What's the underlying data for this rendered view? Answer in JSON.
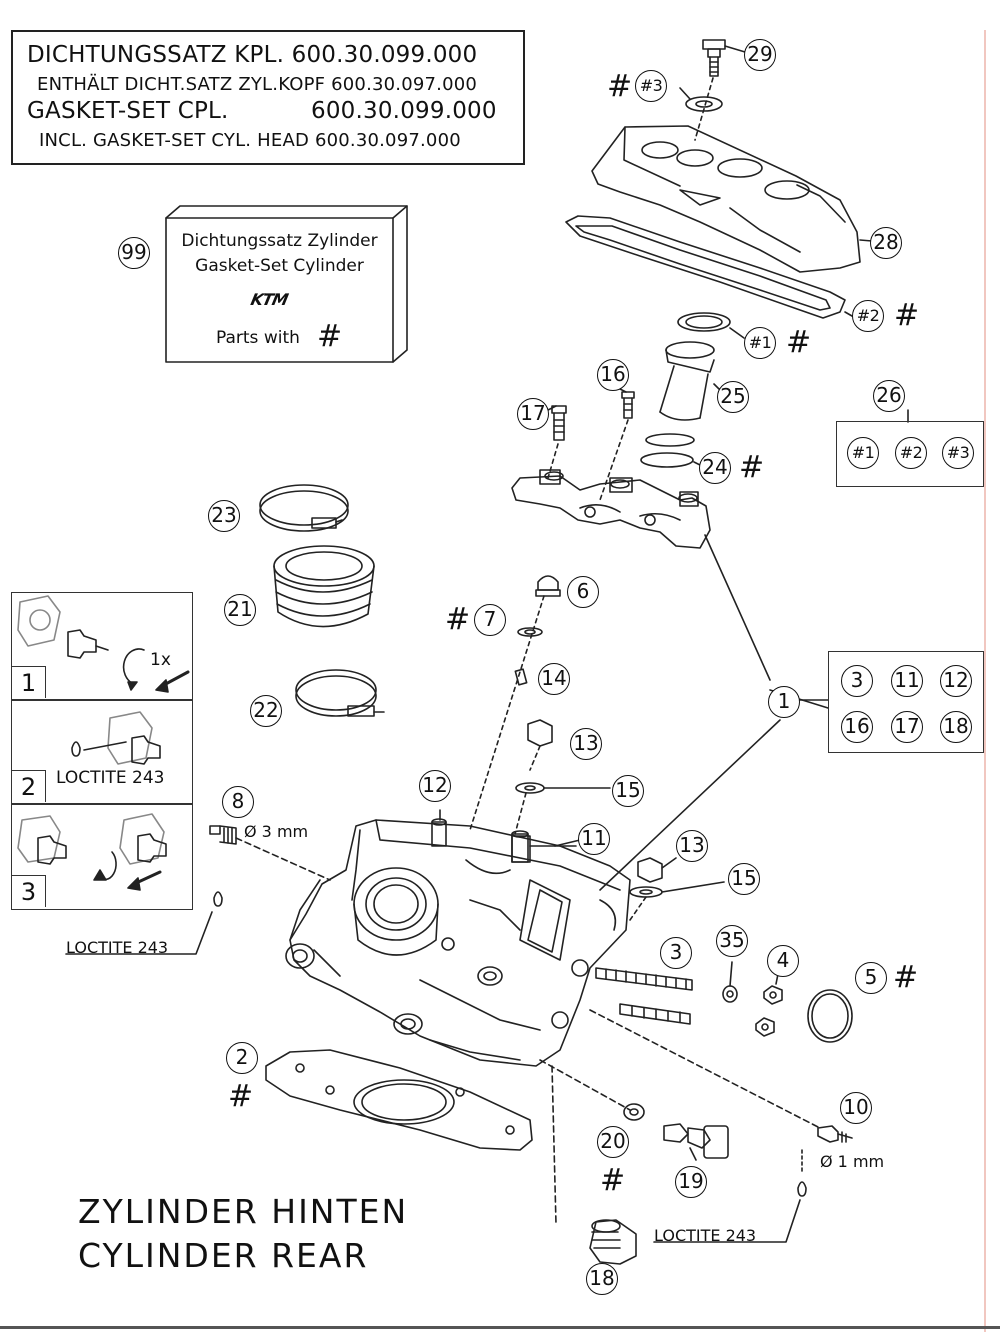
{
  "gasket_kit": {
    "line1": "DICHTUNGSSATZ KPL. 600.30.099.000",
    "line2": "ENTHÄLT DICHT.SATZ ZYL.KOPF 600.30.097.000",
    "line3_left": "GASKET-SET CPL.",
    "line3_right": "600.30.099.000",
    "line4": "INCL. GASKET-SET CYL. HEAD 600.30.097.000"
  },
  "gasket_bag": {
    "callout": "99",
    "line1": "Dichtungssatz Zylinder",
    "line2": "Gasket-Set Cylinder",
    "brand": "KTM",
    "line4_text": "Parts with",
    "line4_symbol": "#"
  },
  "callouts": {
    "c29": "29",
    "c_h3": "#3",
    "c28": "28",
    "c_h2": "#2",
    "c_h1": "#1",
    "c16": "16",
    "c17": "17",
    "c25": "25",
    "c26": "26",
    "set26_a": "#1",
    "set26_b": "#2",
    "set26_c": "#3",
    "c24": "24",
    "c23": "23",
    "c21": "21",
    "c22": "22",
    "c6": "6",
    "c7": "7",
    "c14": "14",
    "c13a": "13",
    "c15a": "15",
    "c1": "1",
    "set1_a": "3",
    "set1_b": "11",
    "set1_c": "12",
    "set1_d": "16",
    "set1_e": "17",
    "set1_f": "18",
    "c12": "12",
    "c11": "11",
    "c13b": "13",
    "c15b": "15",
    "c8": "8",
    "c3": "3",
    "c35": "35",
    "c4": "4",
    "c5": "5",
    "c2": "2",
    "c10": "10",
    "c20": "20",
    "c19": "19",
    "c18": "18"
  },
  "hash_symbol": "#",
  "steps": {
    "s1": "1",
    "s1_note": "1x",
    "s2": "2",
    "s2_note": "LOCTITE 243",
    "s3": "3"
  },
  "notes": {
    "diam8": "Ø 3 mm",
    "loctite_left": "LOCTITE 243",
    "diam10": "Ø 1 mm",
    "loctite_right": "LOCTITE 243"
  },
  "title": {
    "line1": "ZYLINDER HINTEN",
    "line2": "CYLINDER REAR"
  }
}
